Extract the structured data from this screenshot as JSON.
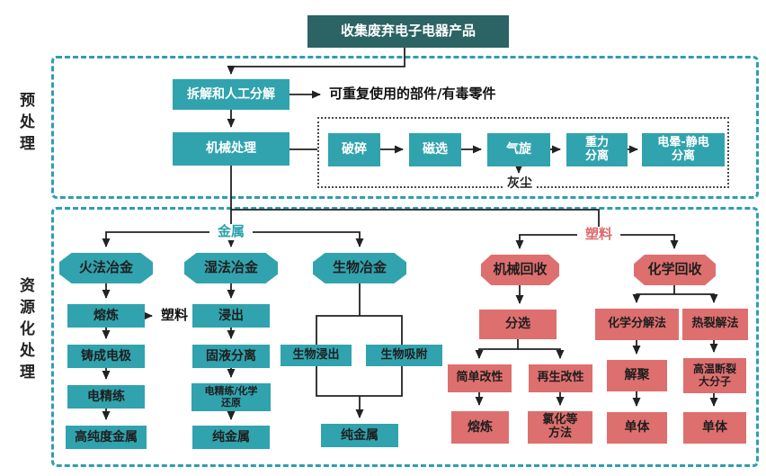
{
  "colors": {
    "dark_teal": "#2c6364",
    "teal": "#31a3ae",
    "red": "#de6f6f",
    "dashed_border": "#2e9eb3",
    "line": "#222222"
  },
  "header": {
    "title": "收集废弃电子电器产品"
  },
  "pretreatment": {
    "section_label": "预处理",
    "dismantle": "拆解和人工分解",
    "reusable": "可重复使用的部件/有毒零件",
    "mechanical": "机械处理",
    "crush": "破碎",
    "magnetic": "磁选",
    "cyclone": "气旋",
    "gravity": "重力\n分离",
    "corona": "电晕-静电\n分离",
    "dust": "灰尘"
  },
  "resource": {
    "section_label": "资源化处理",
    "metal_label": "金属",
    "plastic_label": "塑料",
    "pyrometallurgy": "火法冶金",
    "hydrometallurgy": "湿法冶金",
    "biometallurgy": "生物冶金",
    "smelting": "熔炼",
    "plastic_byproduct": "塑料",
    "cast_electrode": "铸成电极",
    "electrorefining": "电精练",
    "high_purity_metal": "高纯度金属",
    "leaching": "浸出",
    "solid_liquid_separation": "固液分离",
    "electrorefining_chemical_reduction": "电精练/化学\n还原",
    "pure_metal_1": "纯金属",
    "bioleaching": "生物浸出",
    "biosorption": "生物吸附",
    "pure_metal_2": "纯金属",
    "mechanical_recycling": "机械回收",
    "chemical_recycling": "化学回收",
    "sorting": "分选",
    "simple_modification": "简单改性",
    "regeneration_modification": "再生改性",
    "smelting_2": "熔炼",
    "chlorination_methods": "氯化等\n方法",
    "chemical_decomposition": "化学分解法",
    "pyrolysis": "热裂解法",
    "depolymerization": "解聚",
    "high_temp_breaking": "高温断裂\n大分子",
    "monomer_1": "单体",
    "monomer_2": "单体"
  }
}
